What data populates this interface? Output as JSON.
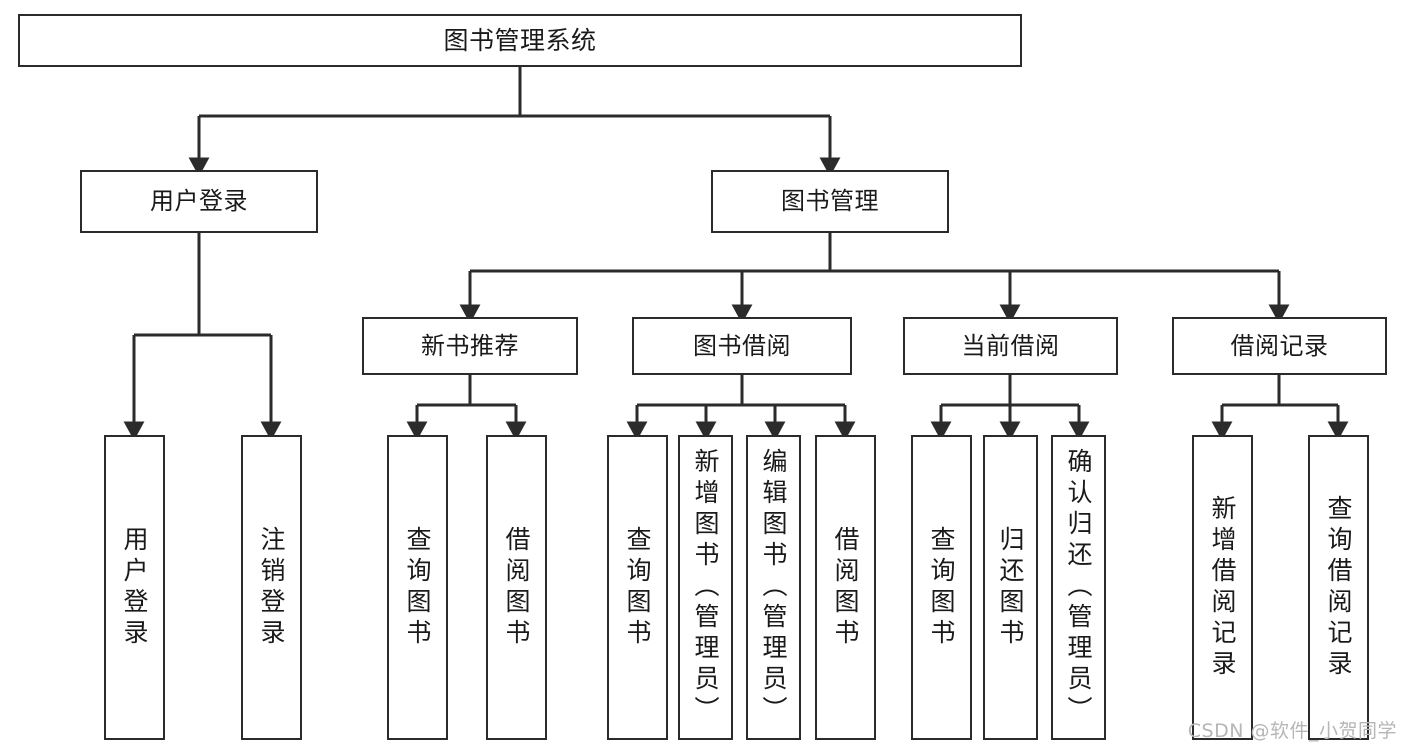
{
  "diagram": {
    "title": "图书管理系统",
    "type": "tree-hierarchy",
    "orientation": "top-down",
    "line_color": "#2b2b2b",
    "box_fill": "#ffffff",
    "text_color": "#1a1a1a",
    "watermark": "CSDN @软件_小贺同学",
    "nodes": {
      "root": {
        "label": "图书管理系统"
      },
      "level2": [
        {
          "label": "用户登录"
        },
        {
          "label": "图书管理"
        }
      ],
      "level3": [
        {
          "label": "新书推荐"
        },
        {
          "label": "图书借阅"
        },
        {
          "label": "当前借阅"
        },
        {
          "label": "借阅记录"
        }
      ],
      "leaves_user_login": [
        {
          "label": "用户登录"
        },
        {
          "label": "注销登录"
        }
      ],
      "leaves_new_book": [
        {
          "label": "查询图书"
        },
        {
          "label": "借阅图书"
        }
      ],
      "leaves_borrow": [
        {
          "label": "查询图书"
        },
        {
          "label": "新增图书（管理员）"
        },
        {
          "label": "编辑图书（管理员）"
        },
        {
          "label": "借阅图书"
        }
      ],
      "leaves_current": [
        {
          "label": "查询图书"
        },
        {
          "label": "归还图书"
        },
        {
          "label": "确认归还（管理员）"
        }
      ],
      "leaves_records": [
        {
          "label": "新增借阅记录"
        },
        {
          "label": "查询借阅记录"
        }
      ]
    }
  }
}
